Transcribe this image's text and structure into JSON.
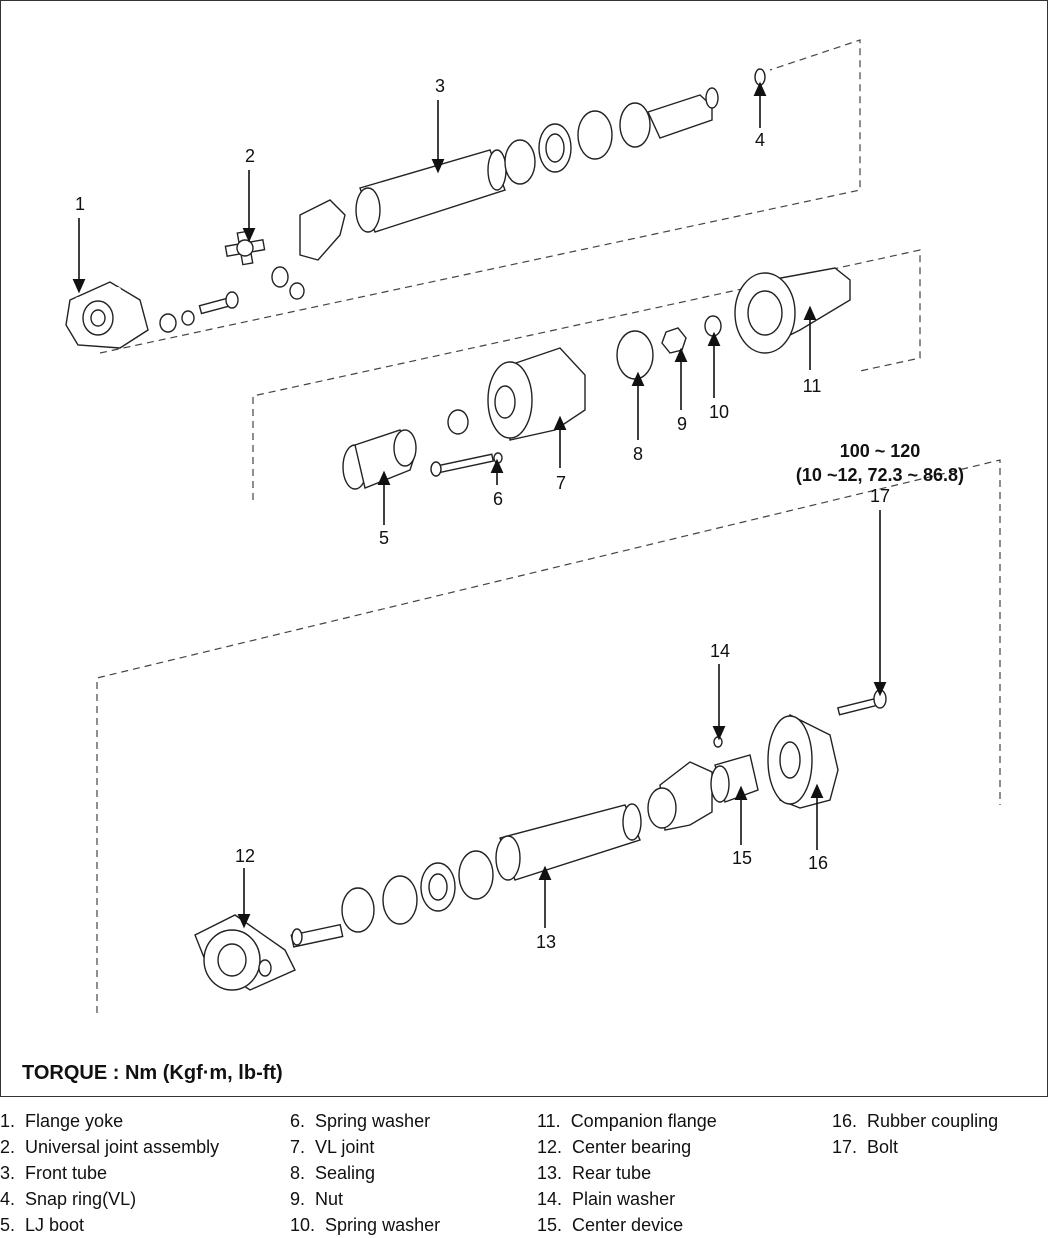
{
  "diagram": {
    "callouts": [
      {
        "id": 1,
        "label": "1"
      },
      {
        "id": 2,
        "label": "2"
      },
      {
        "id": 3,
        "label": "3"
      },
      {
        "id": 4,
        "label": "4"
      },
      {
        "id": 5,
        "label": "5"
      },
      {
        "id": 6,
        "label": "6"
      },
      {
        "id": 7,
        "label": "7"
      },
      {
        "id": 8,
        "label": "8"
      },
      {
        "id": 9,
        "label": "9"
      },
      {
        "id": 10,
        "label": "10"
      },
      {
        "id": 11,
        "label": "11"
      },
      {
        "id": 12,
        "label": "12"
      },
      {
        "id": 13,
        "label": "13"
      },
      {
        "id": 14,
        "label": "14"
      },
      {
        "id": 15,
        "label": "15"
      },
      {
        "id": 16,
        "label": "16"
      },
      {
        "id": 17,
        "label": "17"
      }
    ],
    "torque_spec": {
      "line1": "100 ~ 120",
      "line2": "(10 ~12, 72.3 ~ 86.8)"
    },
    "torque_units_label": "TORQUE : Nm (Kgf·m, lb-ft)"
  },
  "legend": [
    [
      {
        "num": "1.",
        "text": "Flange yoke"
      },
      {
        "num": "2.",
        "text": "Universal joint assembly"
      },
      {
        "num": "3.",
        "text": "Front tube"
      },
      {
        "num": "4.",
        "text": "Snap ring(VL)"
      },
      {
        "num": "5.",
        "text": "LJ boot"
      }
    ],
    [
      {
        "num": "6.",
        "text": "Spring washer"
      },
      {
        "num": "7.",
        "text": "VL joint"
      },
      {
        "num": "8.",
        "text": "Sealing"
      },
      {
        "num": "9.",
        "text": "Nut"
      },
      {
        "num": "10.",
        "text": "Spring washer"
      }
    ],
    [
      {
        "num": "11.",
        "text": "Companion flange"
      },
      {
        "num": "12.",
        "text": "Center bearing"
      },
      {
        "num": "13.",
        "text": "Rear tube"
      },
      {
        "num": "14.",
        "text": "Plain washer"
      },
      {
        "num": "15.",
        "text": "Center device"
      }
    ],
    [
      {
        "num": "16.",
        "text": "Rubber coupling"
      },
      {
        "num": "17.",
        "text": "Bolt"
      }
    ]
  ]
}
